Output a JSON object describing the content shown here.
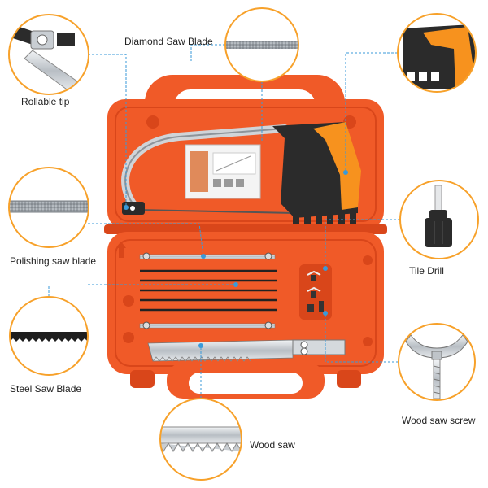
{
  "labels": {
    "rollable_tip": "Rollable tip",
    "diamond_saw_blade": "Diamond Saw Blade",
    "polishing_saw_blade": "Polishing saw blade",
    "tile_drill": "Tile Drill",
    "steel_saw_blade": "Steel Saw Blade",
    "wood_saw": "Wood saw",
    "wood_saw_screw": "Wood saw screw"
  },
  "colors": {
    "case_orange": "#f05a28",
    "case_orange_dark": "#d9461a",
    "handle_orange": "#f7921e",
    "callout_ring": "#f7a12a",
    "leader_line": "#3a9ad9"
  }
}
